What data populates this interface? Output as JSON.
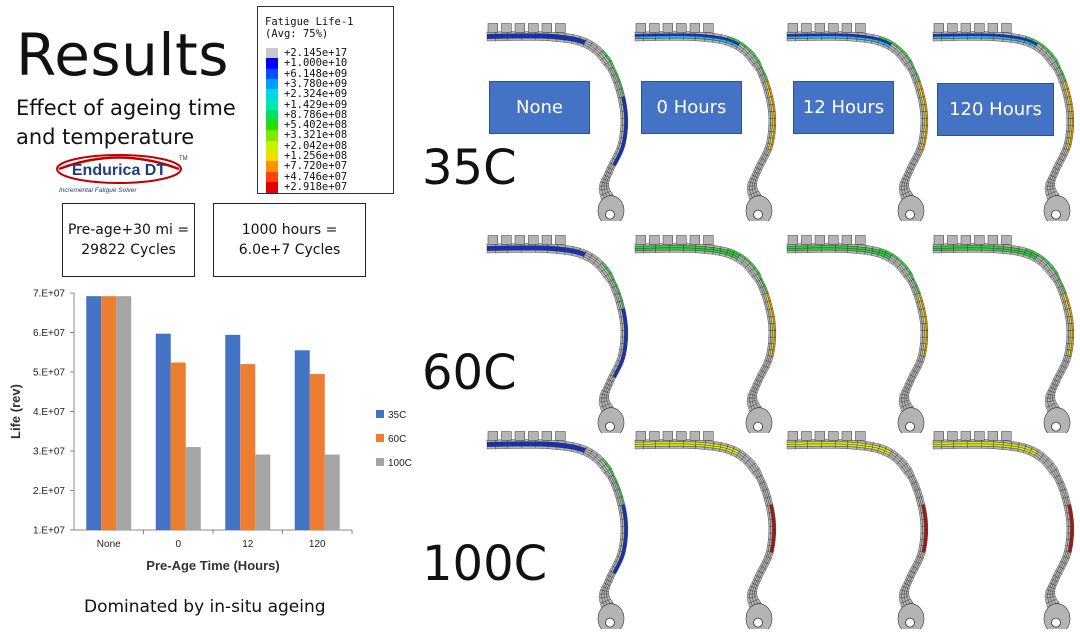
{
  "header": {
    "title": "Results",
    "subtitle_line1": "Effect of ageing time",
    "subtitle_line2": "and temperature",
    "logo_text": "Endurica DT",
    "logo_tm": "TM",
    "logo_tagline": "Incremental Fatigue Solver"
  },
  "info_boxes": [
    {
      "line1": "Pre-age+30 mi =",
      "line2": "29822 Cycles"
    },
    {
      "line1": "1000 hours =",
      "line2": "6.0e+7 Cycles"
    }
  ],
  "contour_legend": {
    "title_line1": "Fatigue Life-1",
    "title_line2": "(Avg: 75%)",
    "entries": [
      {
        "label": "+2.145e+17",
        "color": "#c8c8c8"
      },
      {
        "label": "+1.000e+10",
        "color": "#0000ff"
      },
      {
        "label": "+6.148e+09",
        "color": "#0050ff"
      },
      {
        "label": "+3.780e+09",
        "color": "#00a0ff"
      },
      {
        "label": "+2.324e+09",
        "color": "#00d8e8"
      },
      {
        "label": "+1.429e+09",
        "color": "#00e8b0"
      },
      {
        "label": "+8.786e+08",
        "color": "#00e060"
      },
      {
        "label": "+5.402e+08",
        "color": "#20e000"
      },
      {
        "label": "+3.321e+08",
        "color": "#80e800"
      },
      {
        "label": "+2.042e+08",
        "color": "#c8f000"
      },
      {
        "label": "+1.256e+08",
        "color": "#f0e000"
      },
      {
        "label": "+7.720e+07",
        "color": "#ff9000"
      },
      {
        "label": "+4.746e+07",
        "color": "#ff4000"
      },
      {
        "label": "+2.918e+07",
        "color": "#e00000"
      }
    ]
  },
  "chart_data": {
    "type": "bar",
    "categories": [
      "None",
      "0",
      "12",
      "120"
    ],
    "series": [
      {
        "name": "35C",
        "color": "#4472c4",
        "values": [
          69200000.0,
          59700000.0,
          59400000.0,
          55500000.0
        ]
      },
      {
        "name": "60C",
        "color": "#ed7d31",
        "values": [
          69200000.0,
          52400000.0,
          52000000.0,
          49500000.0
        ]
      },
      {
        "name": "100C",
        "color": "#a5a5a5",
        "values": [
          69200000.0,
          31000000.0,
          29100000.0,
          29100000.0
        ]
      }
    ],
    "xlabel": "Pre-Age Time (Hours)",
    "ylabel": "Life (rev)",
    "ylim": [
      10000000.0,
      70000000.0
    ],
    "yticks": [
      10000000.0,
      20000000.0,
      30000000.0,
      40000000.0,
      50000000.0,
      60000000.0,
      70000000.0
    ],
    "ytick_labels": [
      "1.E+07",
      "2.E+07",
      "3.E+07",
      "4.E+07",
      "5.E+07",
      "6.E+07",
      "7.E+07"
    ],
    "legend_position": "right",
    "grid": false
  },
  "footnote": "Dominated by in-situ ageing",
  "column_headers": [
    "None",
    "0 Hours",
    "12 Hours",
    "120 Hours"
  ],
  "row_labels": [
    "35C",
    "60C",
    "100C"
  ],
  "mesh_palette": {
    "grey": "#b4b4b4",
    "blue": "#1030d0",
    "cyan": "#20b8e8",
    "green": "#30d040",
    "yellow": "#d8e818",
    "orange": "#f09020",
    "red": "#c01010",
    "edge": "#333333"
  }
}
